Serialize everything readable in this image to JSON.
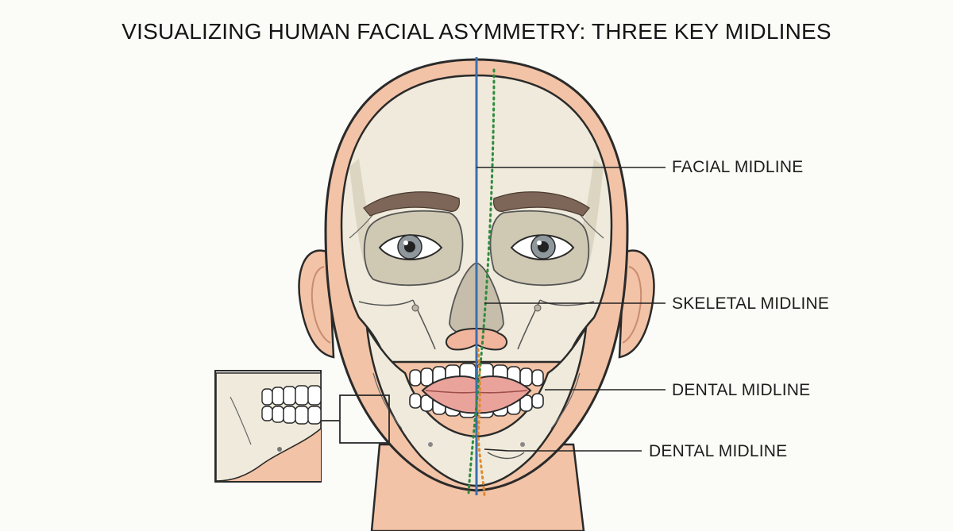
{
  "title": "VISUALIZING HUMAN FACIAL ASYMMETRY: THREE KEY MIDLINES",
  "labels": {
    "facial": "FACIAL MIDLINE",
    "skeletal": "SKELETAL MIDLINE",
    "dental_upper": "DENTAL MIDLINE",
    "dental_lower": "DENTAL MIDLINE"
  },
  "colors": {
    "facial_midline": "#3b6fb0",
    "skeletal_midline": "#2e8b3e",
    "dental_midline": "#e08a2e",
    "skin": "#f2c3a6",
    "bone": "#efeadb",
    "outline": "#2a2a2a"
  }
}
